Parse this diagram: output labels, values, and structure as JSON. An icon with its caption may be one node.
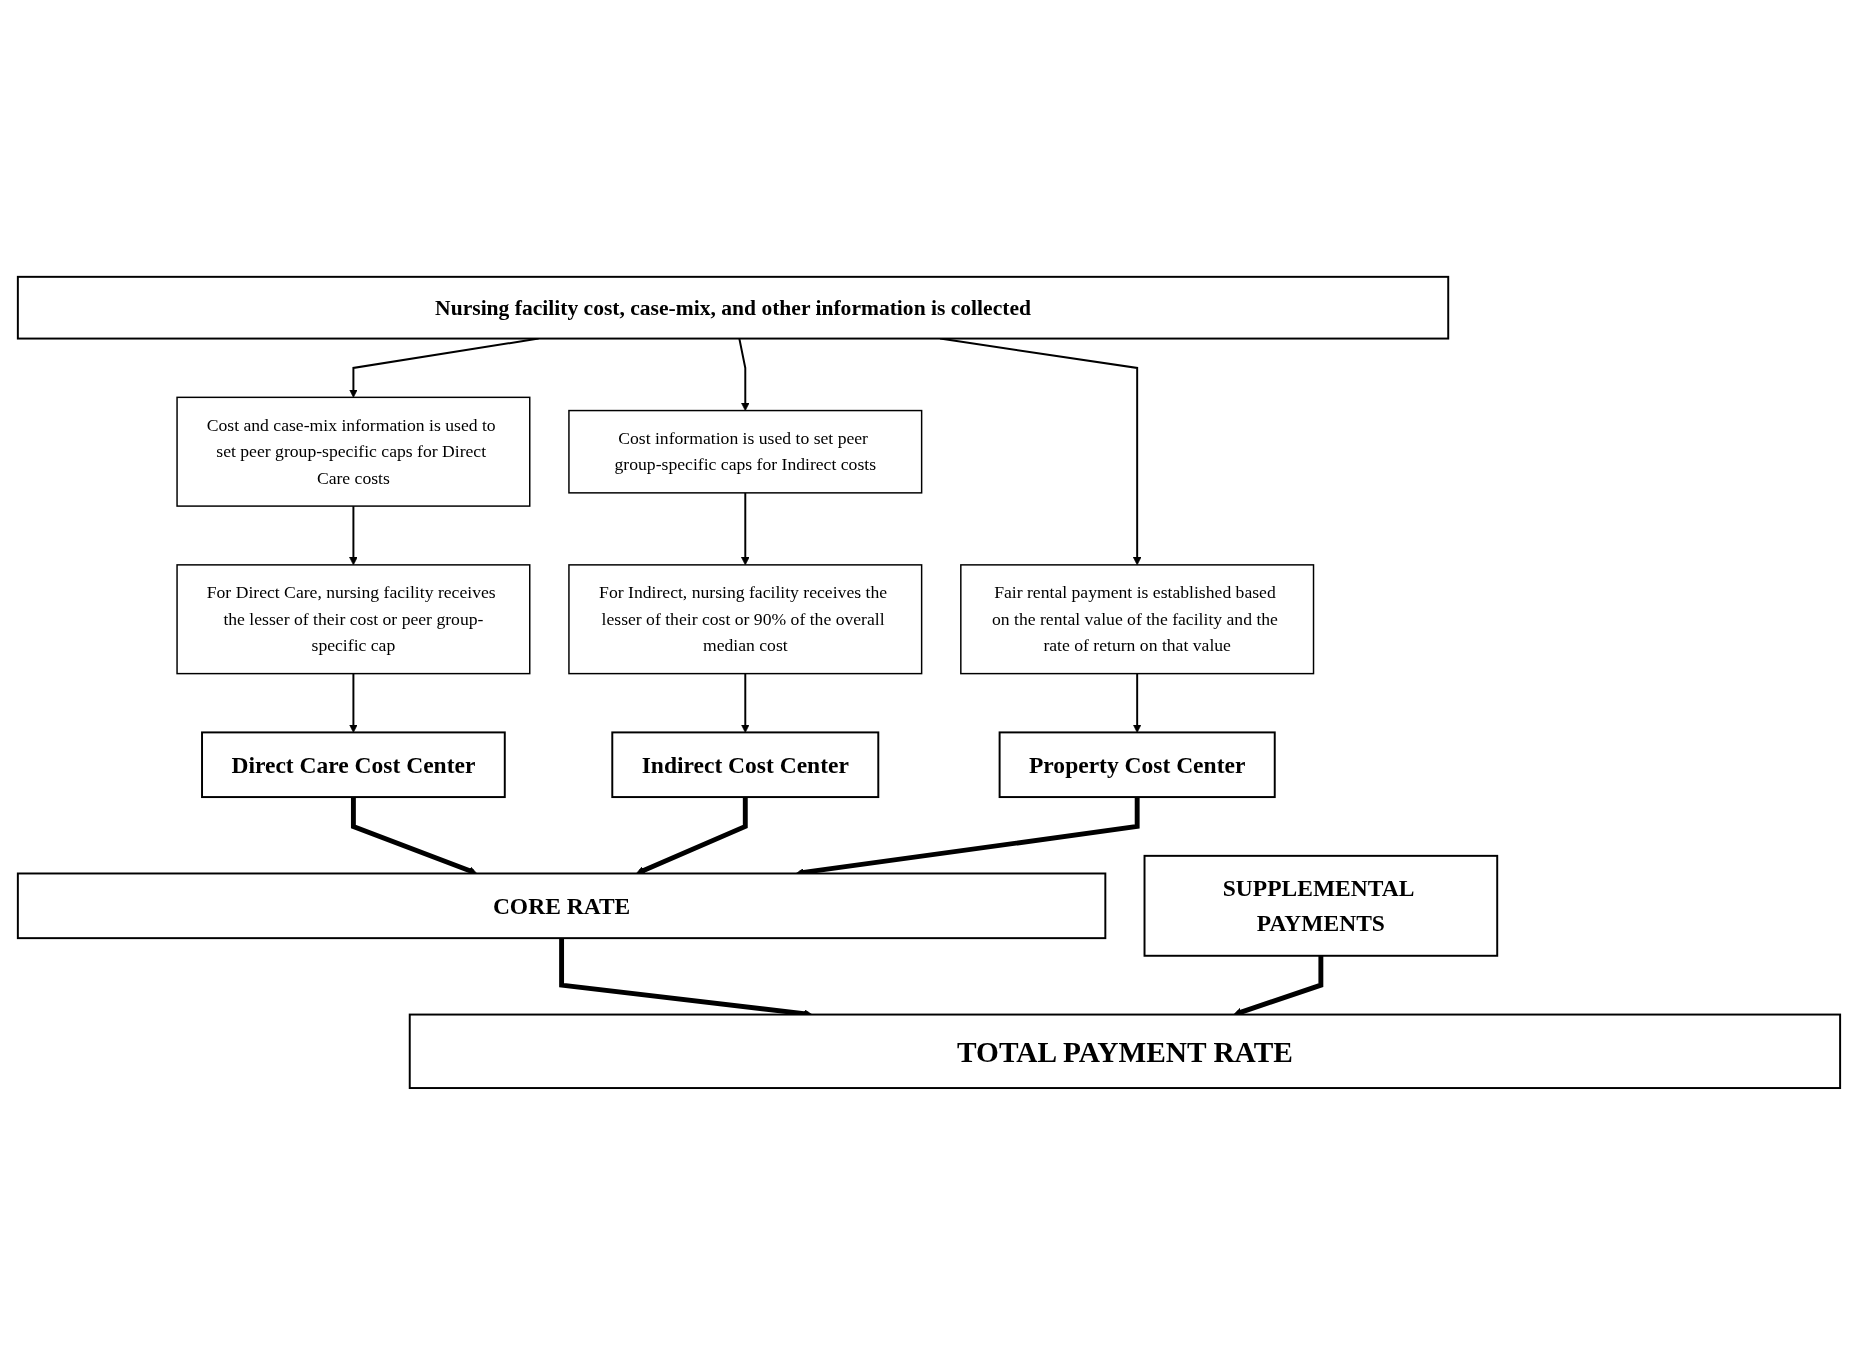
{
  "diagram": {
    "nodes": [
      {
        "text": [
          "Nursing facility cost, case-mix, and other information is collected"
        ]
      },
      {
        "text": [
          "Cost and case-mix information is used to set peer group-specific caps for Direct Care costs"
        ]
      },
      {
        "text": [
          "Cost information is used to set peer group-specific caps for Indirect costs"
        ]
      },
      {
        "text": [
          "Fair rental payment is established based on the rental value of the facility and the rate of return on that value"
        ]
      },
      {
        "text": [
          "For Direct Care, nursing facility receives the lesser of their cost or peer group-specific cap"
        ]
      },
      {
        "text": [
          "For Indirect, nursing facility receives the lesser of their cost or 90% of the overall median cost"
        ]
      },
      {
        "text": [
          "Direct Care Cost Center"
        ]
      },
      {
        "text": [
          "Indirect Cost Center"
        ]
      },
      {
        "text": [
          "Property Cost Center"
        ]
      },
      {
        "text": [
          "CORE RATE"
        ]
      },
      {
        "text": [
          "SUPPLEMENTAL PAYMENTS"
        ]
      },
      {
        "text": [
          "TOTAL PAYMENT RATE"
        ]
      }
    ],
    "edges": [
      {
        "from": 0,
        "to": 1,
        "arrow": "to"
      },
      {
        "from": 0,
        "to": 2,
        "arrow": "to"
      },
      {
        "from": 0,
        "to": 3,
        "arrow": "to"
      },
      {
        "from": 1,
        "to": 4,
        "arrow": "to"
      },
      {
        "from": 2,
        "to": 5,
        "arrow": "to"
      },
      {
        "from": 4,
        "to": 6,
        "arrow": "to"
      },
      {
        "from": 5,
        "to": 7,
        "arrow": "to"
      },
      {
        "from": 3,
        "to": 8,
        "arrow": "to"
      },
      {
        "from": 6,
        "to": 9,
        "arrow": "to",
        "style": "thick"
      },
      {
        "from": 7,
        "to": 9,
        "arrow": "to",
        "style": "thick"
      },
      {
        "from": 8,
        "to": 9,
        "arrow": "to",
        "style": "thick"
      },
      {
        "from": 9,
        "to": 11,
        "arrow": "to",
        "style": "thick"
      },
      {
        "from": 10,
        "to": 11,
        "arrow": "to",
        "style": "thick"
      }
    ]
  }
}
